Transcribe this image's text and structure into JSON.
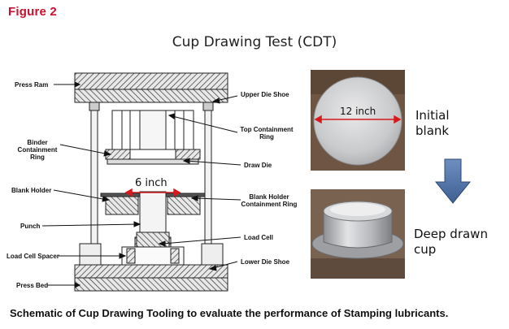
{
  "figure_label": "Figure 2",
  "title": "Cup Drawing Test (CDT)",
  "caption": "Schematic of Cup Drawing Tooling to evaluate the performance of Stamping lubricants.",
  "schematic": {
    "labels_left": {
      "press_ram": "Press Ram",
      "binder_containment_ring_line1": "Binder",
      "binder_containment_ring_line2": "Containment Ring",
      "blank_holder": "Blank Holder",
      "punch": "Punch",
      "load_cell_spacer": "Load Cell Spacer",
      "press_bed": "Press Bed"
    },
    "labels_right": {
      "upper_die_shoe": "Upper Die Shoe",
      "top_containment_ring_line1": "Top Containment",
      "top_containment_ring_line2": "Ring",
      "draw_die": "Draw Die",
      "blank_holder_containment_ring_line1": "Blank Holder",
      "blank_holder_containment_ring_line2": "Containment Ring",
      "load_cell": "Load Cell",
      "lower_die_shoe": "Lower Die Shoe"
    },
    "dimension": "6 inch"
  },
  "photos": {
    "blank_dimension": "12 inch",
    "initial_blank_line1": "Initial",
    "initial_blank_line2": "blank",
    "deep_drawn_cup_line1": "Deep drawn",
    "deep_drawn_cup_line2": "cup"
  },
  "colors": {
    "figure_label": "#c8102e",
    "dimension_arrow": "#d7191c",
    "process_arrow": "#4a6fa5"
  }
}
